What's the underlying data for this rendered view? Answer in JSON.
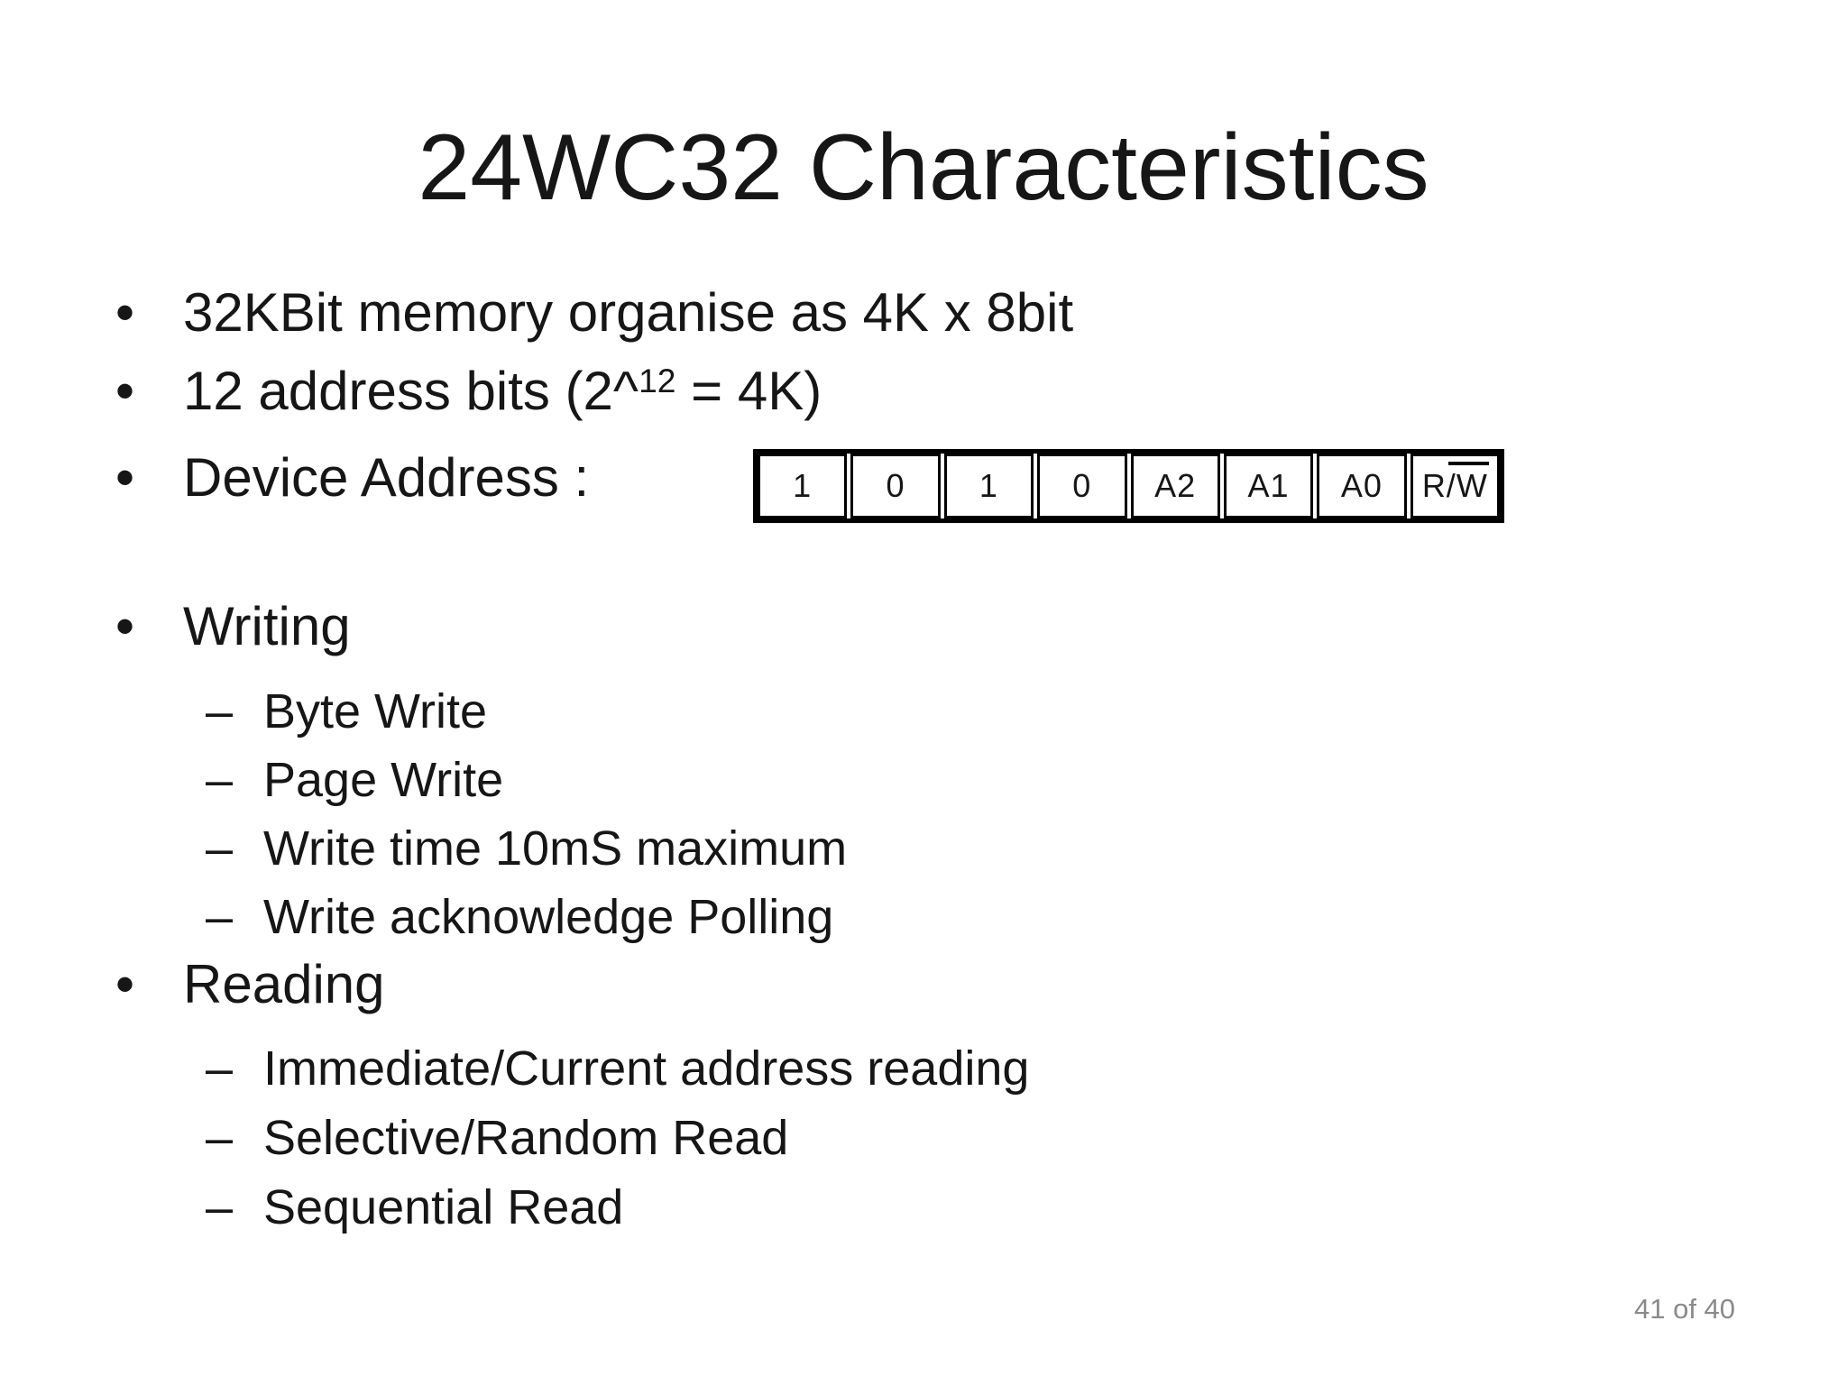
{
  "slide": {
    "title": "24WC32 Characteristics",
    "bullet_marker": "•",
    "dash_marker": "–",
    "bullets": {
      "memory": "32KBit memory organise as 4K x 8bit",
      "address_bits": {
        "prefix": "12 address bits (2^",
        "superscript": "12",
        "suffix": " = 4K)"
      },
      "device_address_label": "Device Address :"
    },
    "writing": {
      "heading": "Writing",
      "items": [
        "Byte Write",
        "Page Write",
        "Write time 10mS maximum",
        "Write acknowledge Polling"
      ]
    },
    "reading": {
      "heading": "Reading",
      "items": [
        "Immediate/Current address reading",
        "Selective/Random Read",
        "Sequential Read"
      ]
    },
    "device_address_table": {
      "cells": [
        "1",
        "0",
        "1",
        "0",
        "A2",
        "A1",
        "A0"
      ],
      "rw_cell": {
        "prefix": "R/",
        "overlined": "W"
      }
    },
    "footer": {
      "page_indicator": "41 of 40"
    },
    "colors": {
      "text": "#161616",
      "footer_text": "#8a8a8a",
      "table_border": "#000000",
      "background": "#ffffff"
    }
  }
}
